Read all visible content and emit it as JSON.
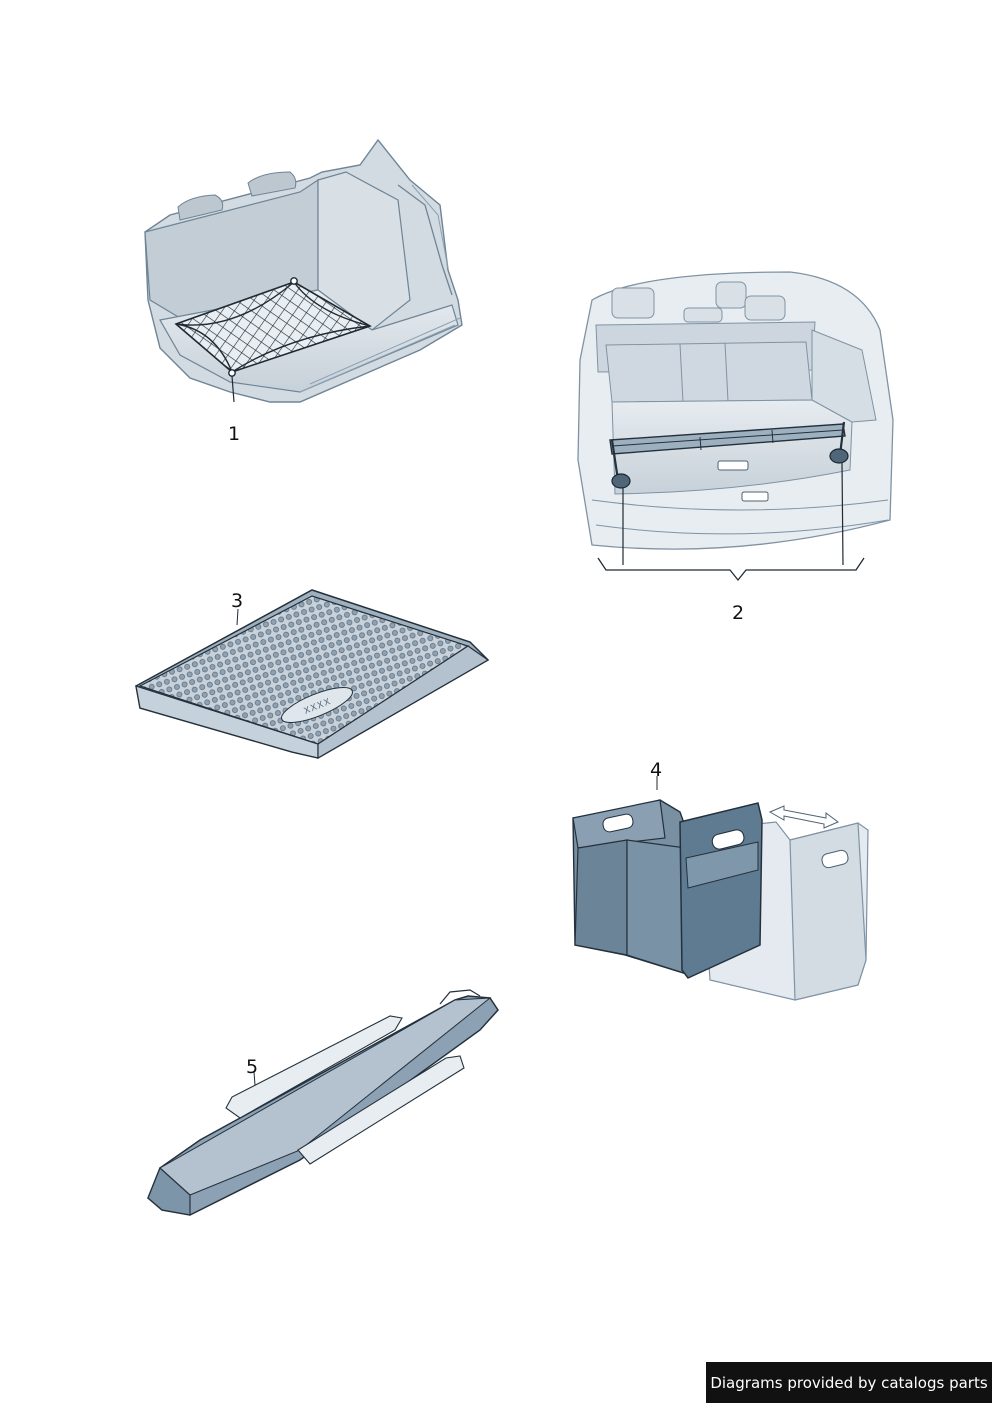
{
  "parts": [
    {
      "number": "1",
      "name": "Luggage compartment net"
    },
    {
      "number": "2",
      "name": "Luggage compartment rail set"
    },
    {
      "number": "3",
      "name": "Luggage compartment tray"
    },
    {
      "number": "4",
      "name": "Folding storage box"
    },
    {
      "number": "5",
      "name": "Ski and snowboard bag"
    }
  ],
  "tray_logo_text": "XXXX",
  "credit_text": "Diagrams provided by catalogs parts",
  "colors": {
    "fill_light": "#dfe6ec",
    "fill_mid": "#c2ccd5",
    "fill_dark": "#7f97ab",
    "box_blue": "#5f7b91",
    "outline": "#24313c"
  }
}
